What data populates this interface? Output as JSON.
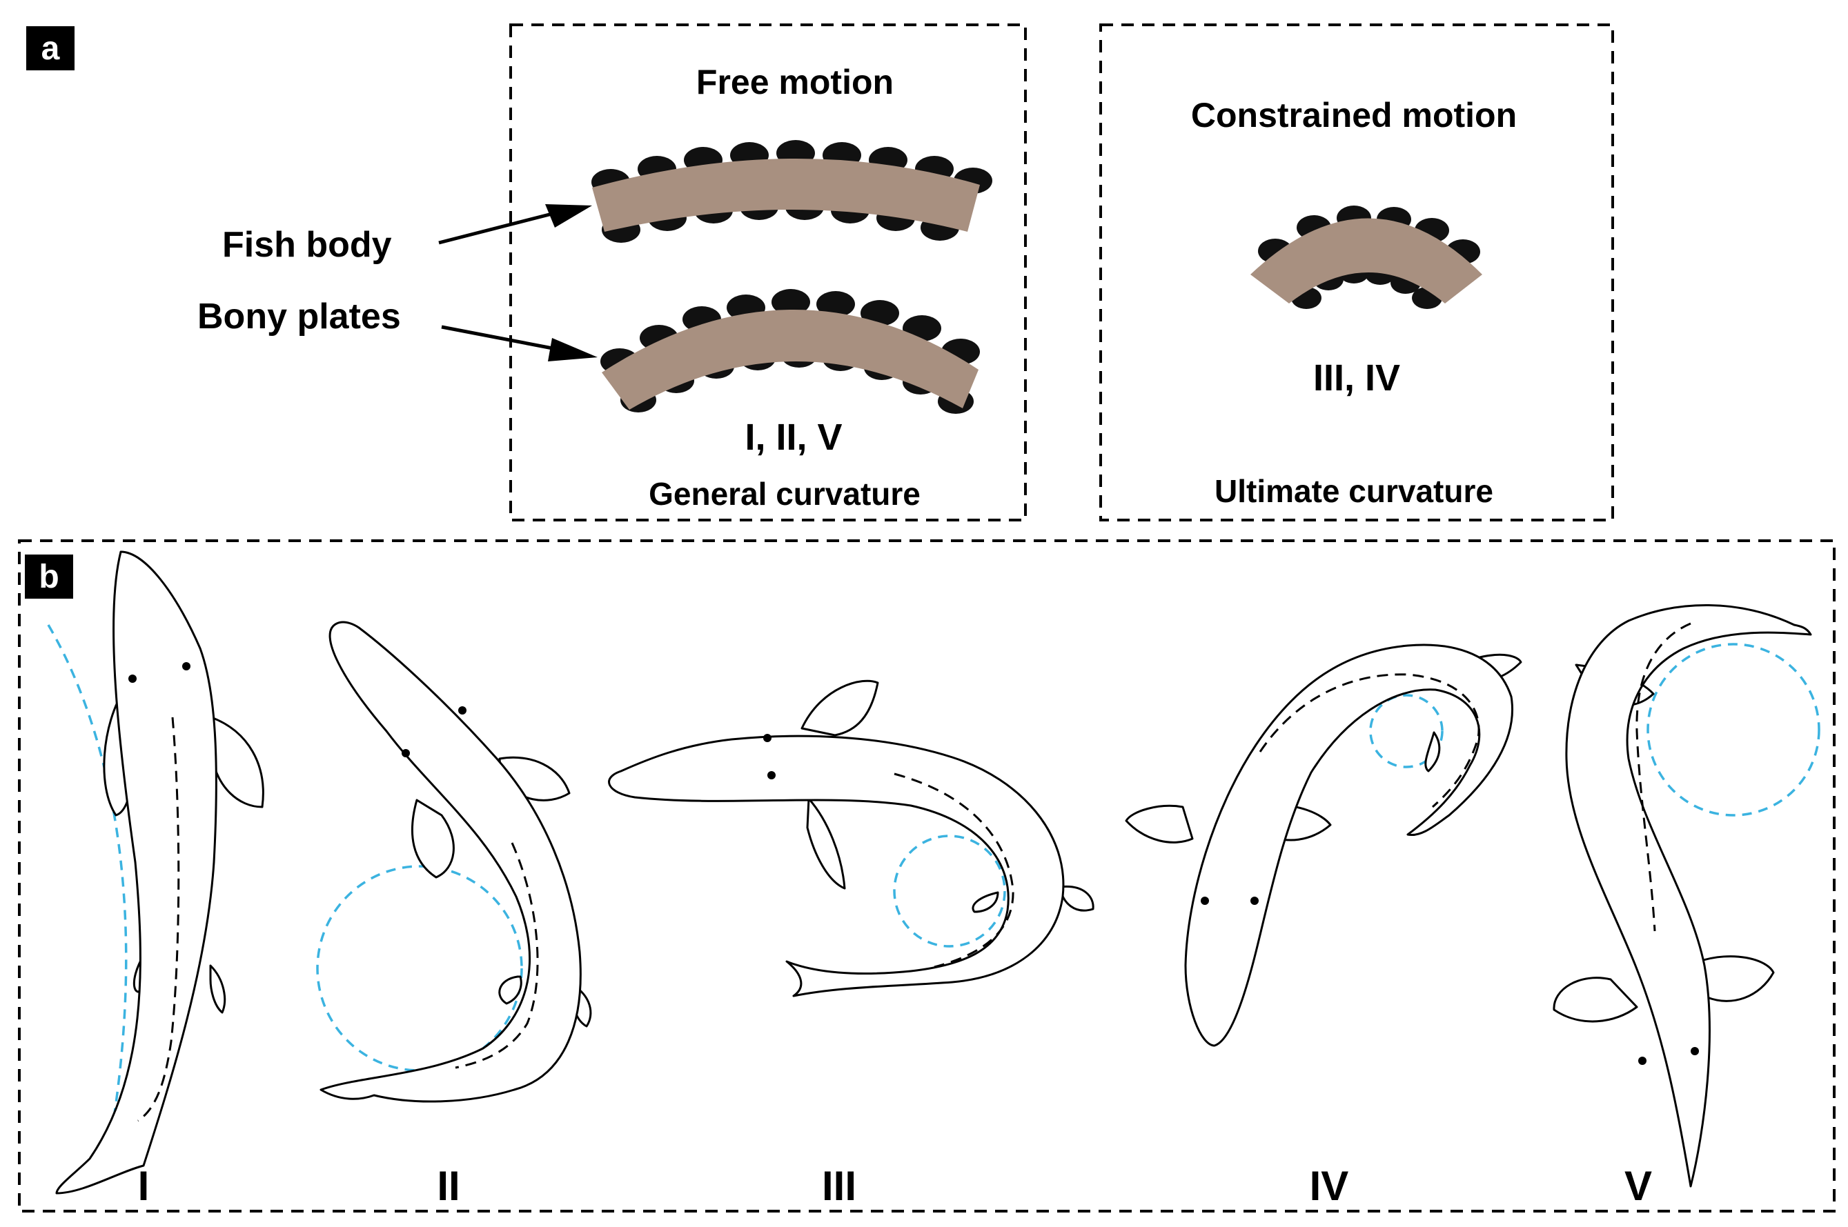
{
  "panel_a": {
    "tag": "a",
    "free_box": {
      "title": "Free motion",
      "stages": "I, II, V",
      "caption": "General curvature"
    },
    "constrained_box": {
      "title": "Constrained motion",
      "stages": "III, IV",
      "caption": "Ultimate curvature"
    },
    "pointer_labels": {
      "fish_body": "Fish body",
      "bony_plates": "Bony plates"
    }
  },
  "panel_b": {
    "tag": "b",
    "stages": [
      "I",
      "II",
      "III",
      "IV",
      "V"
    ]
  },
  "colors": {
    "body": "#a89080",
    "plate": "#111111",
    "curvature_circle": "#3bb3e0"
  }
}
